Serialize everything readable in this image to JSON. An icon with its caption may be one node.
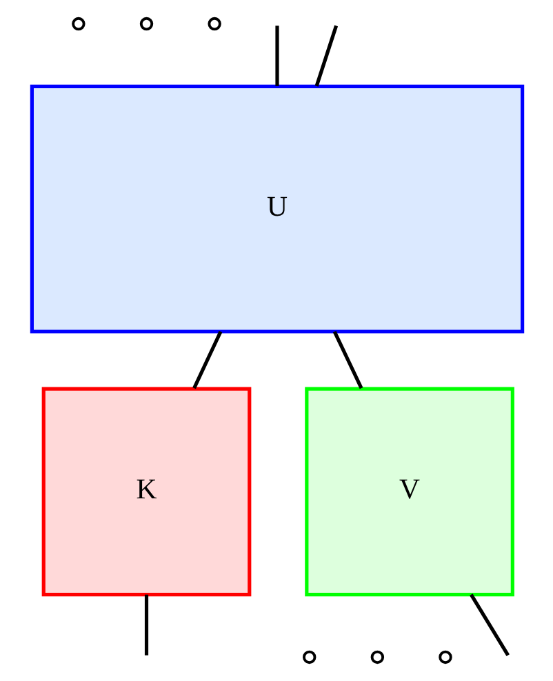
{
  "diagram": {
    "nodes": [
      {
        "text": [],
        "shape": "circle"
      },
      {
        "text": [],
        "shape": "circle"
      },
      {
        "text": [],
        "shape": "circle"
      },
      {
        "text": [
          "U"
        ]
      },
      {
        "text": [
          "K"
        ]
      },
      {
        "text": [
          "V"
        ]
      },
      {
        "text": [],
        "shape": "circle"
      },
      {
        "text": [],
        "shape": "circle"
      },
      {
        "text": [],
        "shape": "circle"
      }
    ],
    "edges": [
      {
        "from": null,
        "to": 3,
        "arrow": "none"
      },
      {
        "from": null,
        "to": 3,
        "arrow": "none"
      },
      {
        "from": 3,
        "to": 4,
        "arrow": "none"
      },
      {
        "from": 3,
        "to": 5,
        "arrow": "none"
      },
      {
        "from": 4,
        "to": null,
        "arrow": "none"
      },
      {
        "from": 5,
        "to": null,
        "arrow": "none"
      }
    ]
  }
}
